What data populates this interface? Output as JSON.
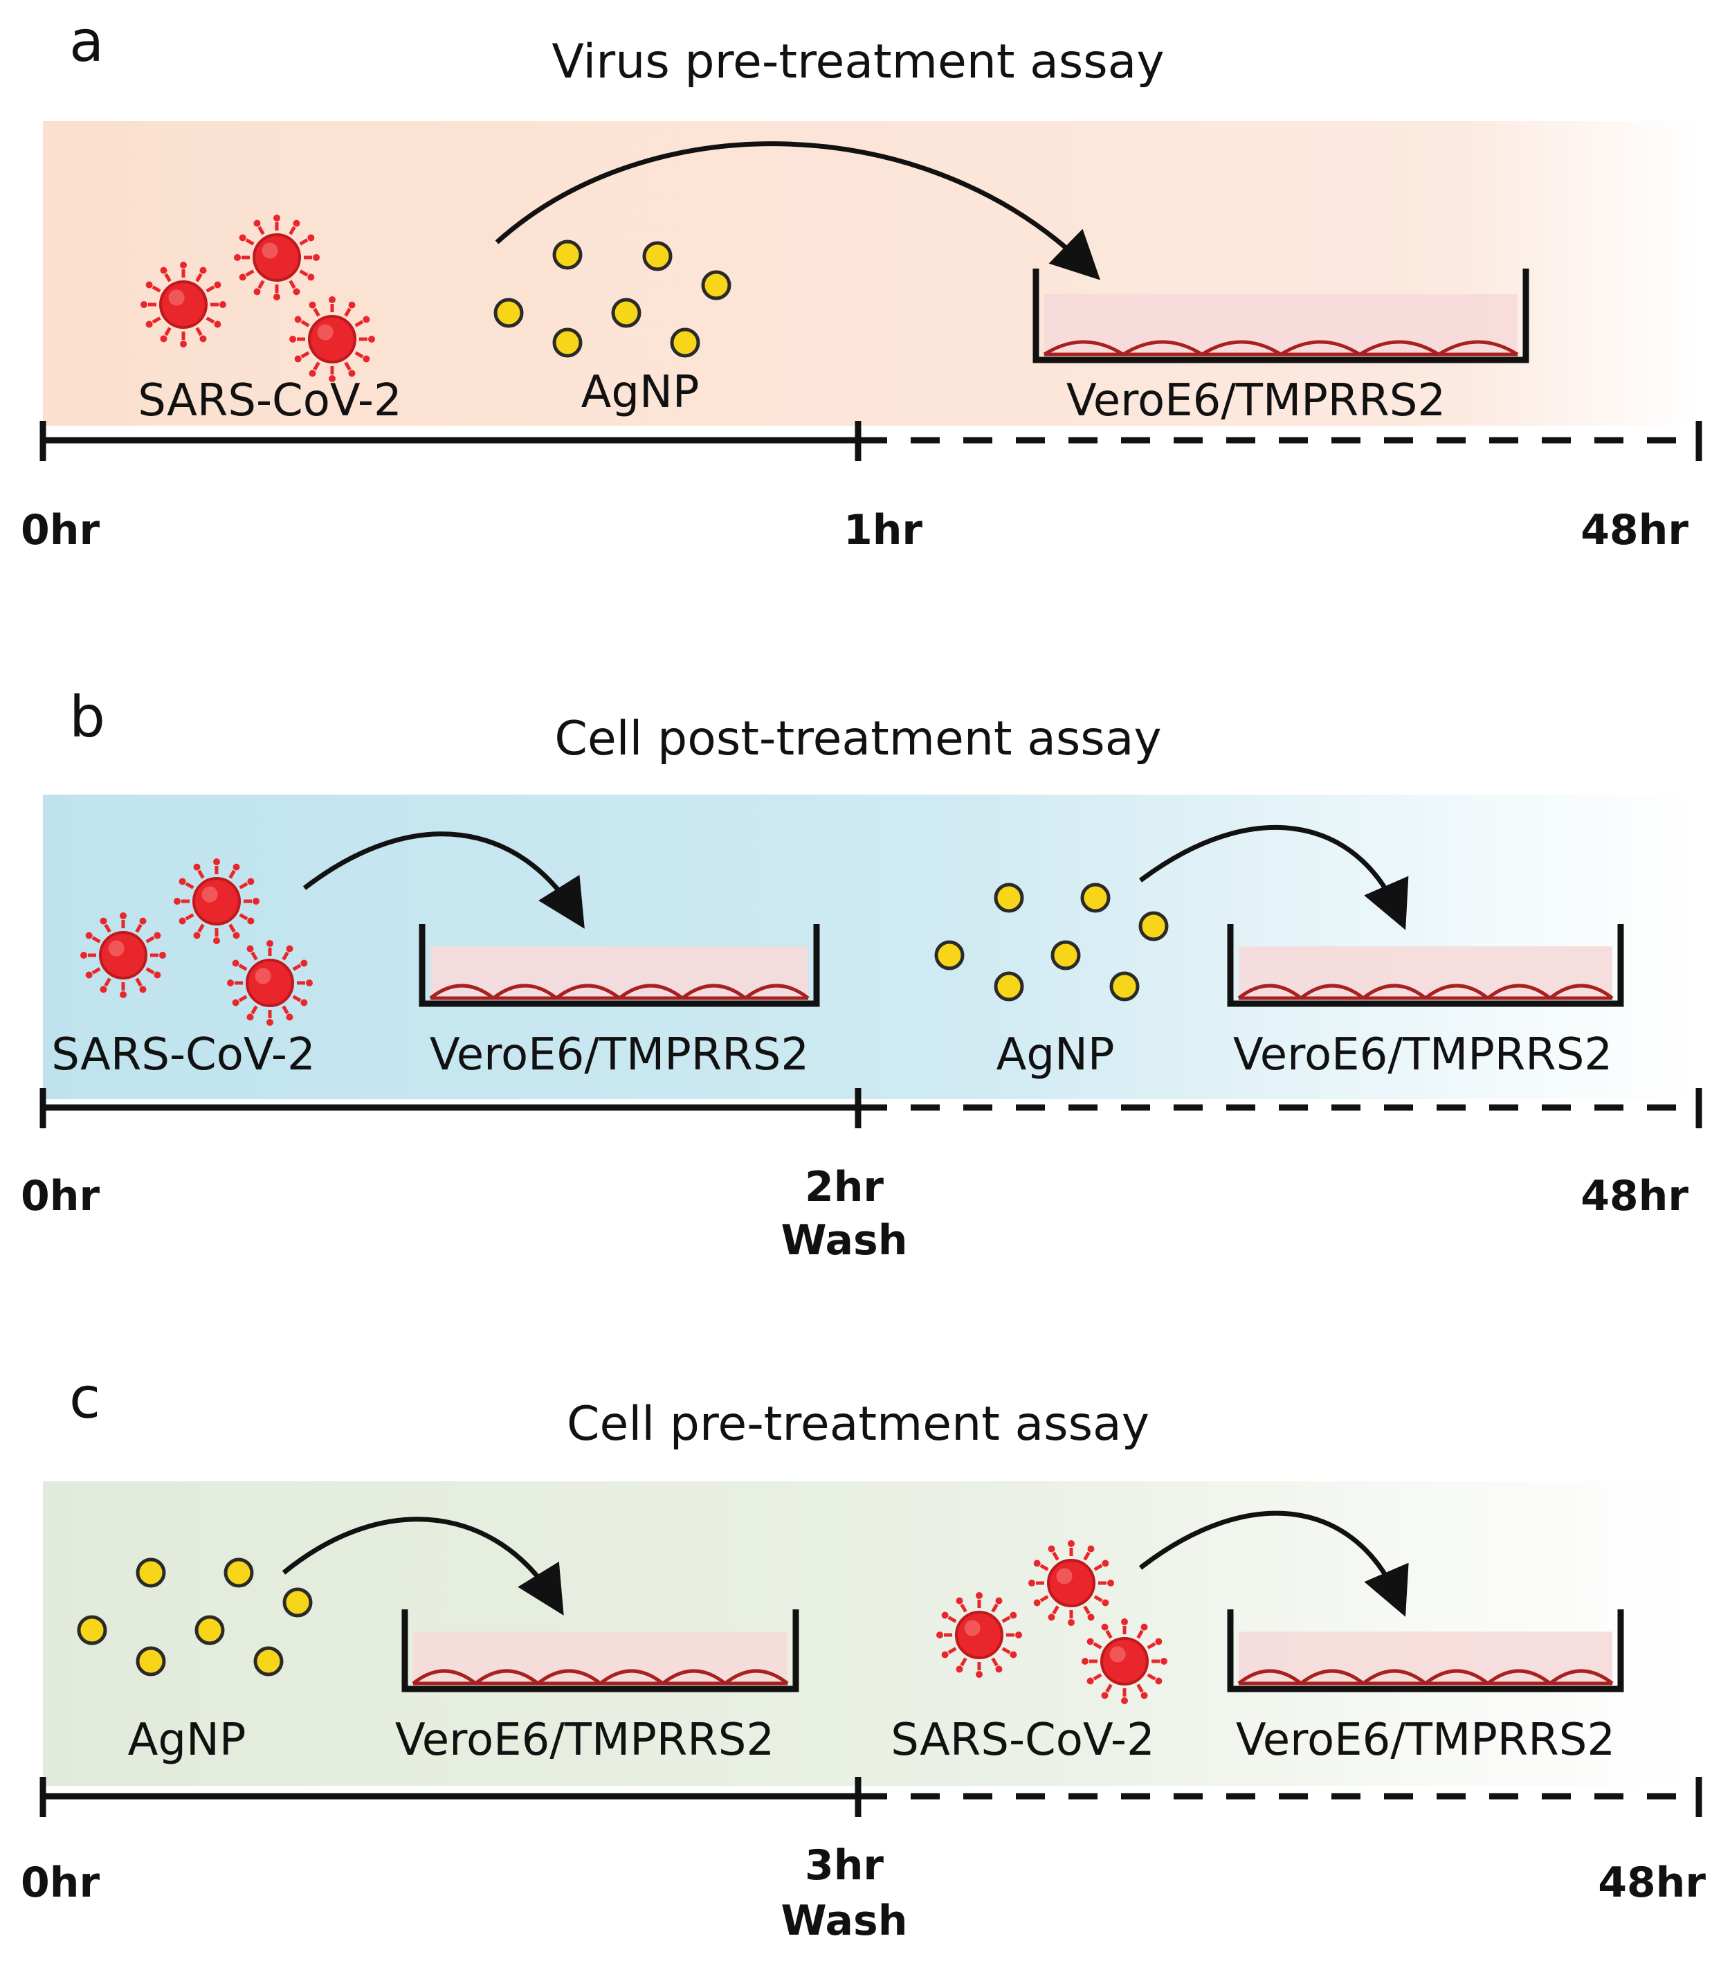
{
  "figure": {
    "colors": {
      "virus": "#e8262b",
      "virus_stroke": "#c0181c",
      "agnp": "#f7d61a",
      "agnp_stroke": "#2a2a2a",
      "cells": "#a82020",
      "medium": "#f6dada",
      "line": "#111111",
      "bg_a": "#fbe3d4",
      "bg_b": "#c7e6f0",
      "bg_c": "#e6eee0"
    },
    "icons": [
      "virus-icon",
      "nanoparticle-icon",
      "culture-dish-icon",
      "curved-arrow-icon"
    ],
    "panels": [
      {
        "letter": "a",
        "title": "Virus pre-treatment assay",
        "labels": {
          "virus": "SARS-CoV-2",
          "agnp": "AgNP",
          "cells": "VeroE6/TMPRRS2"
        },
        "ticks": {
          "start": "0hr",
          "mid": "1hr",
          "end": "48hr"
        }
      },
      {
        "letter": "b",
        "title": "Cell post-treatment assay",
        "labels": {
          "virus": "SARS-CoV-2",
          "cells1": "VeroE6/TMPRRS2",
          "agnp": "AgNP",
          "cells2": "VeroE6/TMPRRS2"
        },
        "ticks": {
          "start": "0hr",
          "mid": "2hr",
          "mid_note": "Wash",
          "end": "48hr"
        }
      },
      {
        "letter": "c",
        "title": "Cell pre-treatment assay",
        "labels": {
          "agnp": "AgNP",
          "cells1": "VeroE6/TMPRRS2",
          "virus": "SARS-CoV-2",
          "cells2": "VeroE6/TMPRRS2"
        },
        "ticks": {
          "start": "0hr",
          "mid": "3hr",
          "mid_note": "Wash",
          "end": "48hr"
        }
      }
    ]
  }
}
